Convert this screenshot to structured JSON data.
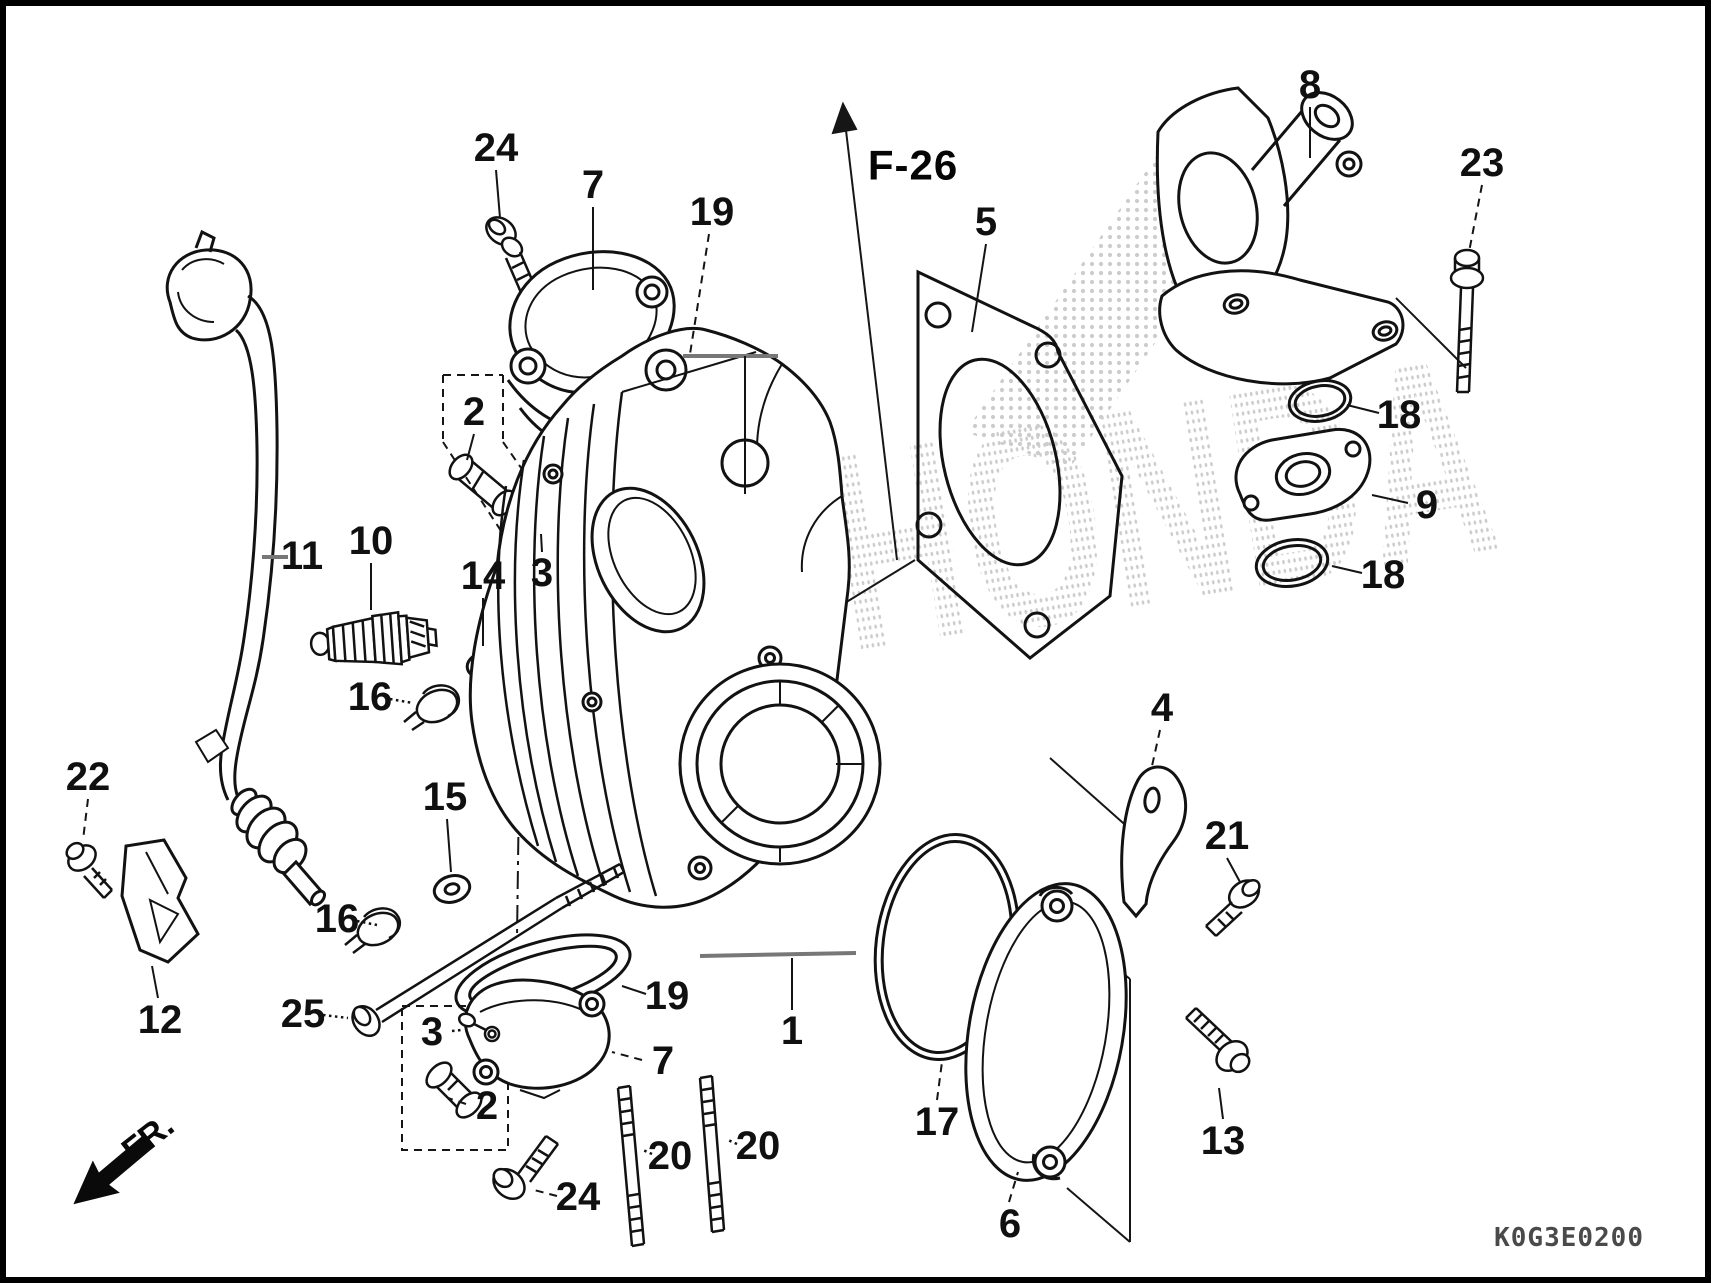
{
  "figure": {
    "reference_tag": "F-26",
    "diagram_code": "K0G3E0200",
    "orientation_label": "FR.",
    "watermark": "HONDA"
  },
  "callouts": [
    {
      "id": "24-top",
      "text": "24"
    },
    {
      "id": "7-top",
      "text": "7"
    },
    {
      "id": "19-top",
      "text": "19"
    },
    {
      "id": "5",
      "text": "5"
    },
    {
      "id": "8",
      "text": "8"
    },
    {
      "id": "23",
      "text": "23"
    },
    {
      "id": "18-upper",
      "text": "18"
    },
    {
      "id": "9",
      "text": "9"
    },
    {
      "id": "18-lower",
      "text": "18"
    },
    {
      "id": "2-top",
      "text": "2"
    },
    {
      "id": "14",
      "text": "14"
    },
    {
      "id": "3-top",
      "text": "3"
    },
    {
      "id": "11",
      "text": "11"
    },
    {
      "id": "10",
      "text": "10"
    },
    {
      "id": "16-upper",
      "text": "16"
    },
    {
      "id": "22",
      "text": "22"
    },
    {
      "id": "15",
      "text": "15"
    },
    {
      "id": "4",
      "text": "4"
    },
    {
      "id": "21",
      "text": "21"
    },
    {
      "id": "16-lower",
      "text": "16"
    },
    {
      "id": "12",
      "text": "12"
    },
    {
      "id": "25",
      "text": "25"
    },
    {
      "id": "19-lower",
      "text": "19"
    },
    {
      "id": "1",
      "text": "1"
    },
    {
      "id": "7-lower",
      "text": "7"
    },
    {
      "id": "3-lower",
      "text": "3"
    },
    {
      "id": "2-lower",
      "text": "2"
    },
    {
      "id": "17",
      "text": "17"
    },
    {
      "id": "20-left",
      "text": "20"
    },
    {
      "id": "20-right",
      "text": "20"
    },
    {
      "id": "13",
      "text": "13"
    },
    {
      "id": "24-lower",
      "text": "24"
    },
    {
      "id": "6",
      "text": "6"
    }
  ]
}
